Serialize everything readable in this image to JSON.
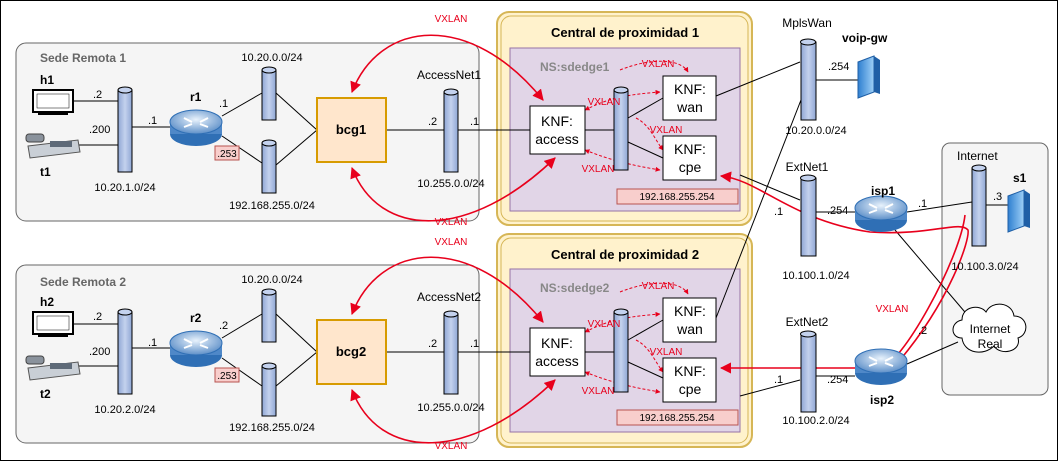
{
  "sedes": [
    {
      "title": "Sede Remota 1",
      "host": "h1",
      "host_ip": ".2",
      "phone": "t1",
      "phone_ip": ".200",
      "router": "r1",
      "router_lan_ip": ".1",
      "router_up_ip": ".1",
      "router_low_ip": ".253",
      "lan_net": "10.20.1.0/24",
      "net_a": "10.20.0.0/24",
      "net_b": "192.168.255.0/24",
      "bcg": "bcg1",
      "bcg_ip": ".2",
      "access_net": "AccessNet1",
      "access_ip": ".1",
      "access_subnet": "10.255.0.0/24"
    },
    {
      "title": "Sede Remota 2",
      "host": "h2",
      "host_ip": ".2",
      "phone": "t2",
      "phone_ip": ".200",
      "router": "r2",
      "router_lan_ip": ".1",
      "router_up_ip": ".2",
      "router_low_ip": ".253",
      "lan_net": "10.20.2.0/24",
      "net_a": "10.20.0.0/24",
      "net_b": "192.168.255.0/24",
      "bcg": "bcg2",
      "bcg_ip": ".2",
      "access_net": "AccessNet2",
      "access_ip": ".1",
      "access_subnet": "10.255.0.0/24"
    }
  ],
  "centrals": [
    {
      "title": "Central de proximidad 1",
      "ns": "NS:sdedge1",
      "cpe_net": "192.168.255.254"
    },
    {
      "title": "Central de proximidad 2",
      "ns": "NS:sdedge2",
      "cpe_net": "192.168.255.254"
    }
  ],
  "knf": {
    "access_l1": "KNF:",
    "access_l2": "access",
    "wan_l1": "KNF:",
    "wan_l2": "wan",
    "cpe_l1": "KNF:",
    "cpe_l2": "cpe"
  },
  "vxlan": "VXLAN",
  "mpls": {
    "name": "MplsWan",
    "ip": ".254",
    "subnet": "10.20.0.0/24",
    "gw": "voip-gw"
  },
  "ext1": {
    "name": "ExtNet1",
    "left_ip": ".1",
    "right_ip": ".254",
    "subnet": "10.100.1.0/24"
  },
  "ext2": {
    "name": "ExtNet2",
    "left_ip": ".1",
    "right_ip": ".254",
    "subnet": "10.100.2.0/24"
  },
  "internet": {
    "title": "Internet",
    "s1": "s1",
    "s1_ip": ".3",
    "isp1": "isp1",
    "isp1_ip": ".1",
    "isp2": "isp2",
    "isp2_ip": ".2",
    "subnet": "10.100.3.0/24",
    "cloud_l1": "Internet",
    "cloud_l2": "Real"
  },
  "colors": {
    "vxlan": "#e8001c",
    "central_fill": "#fff2cc",
    "central_border": "#d6b656",
    "ns_fill": "#e1d5e7",
    "sede_fill": "#f5f5f5",
    "bcg_fill": "#ffe6cc",
    "bcg_border": "#d79b00",
    "cyl_fill": "#a9bce0",
    "ip_box_fill": "#f8cecc"
  }
}
